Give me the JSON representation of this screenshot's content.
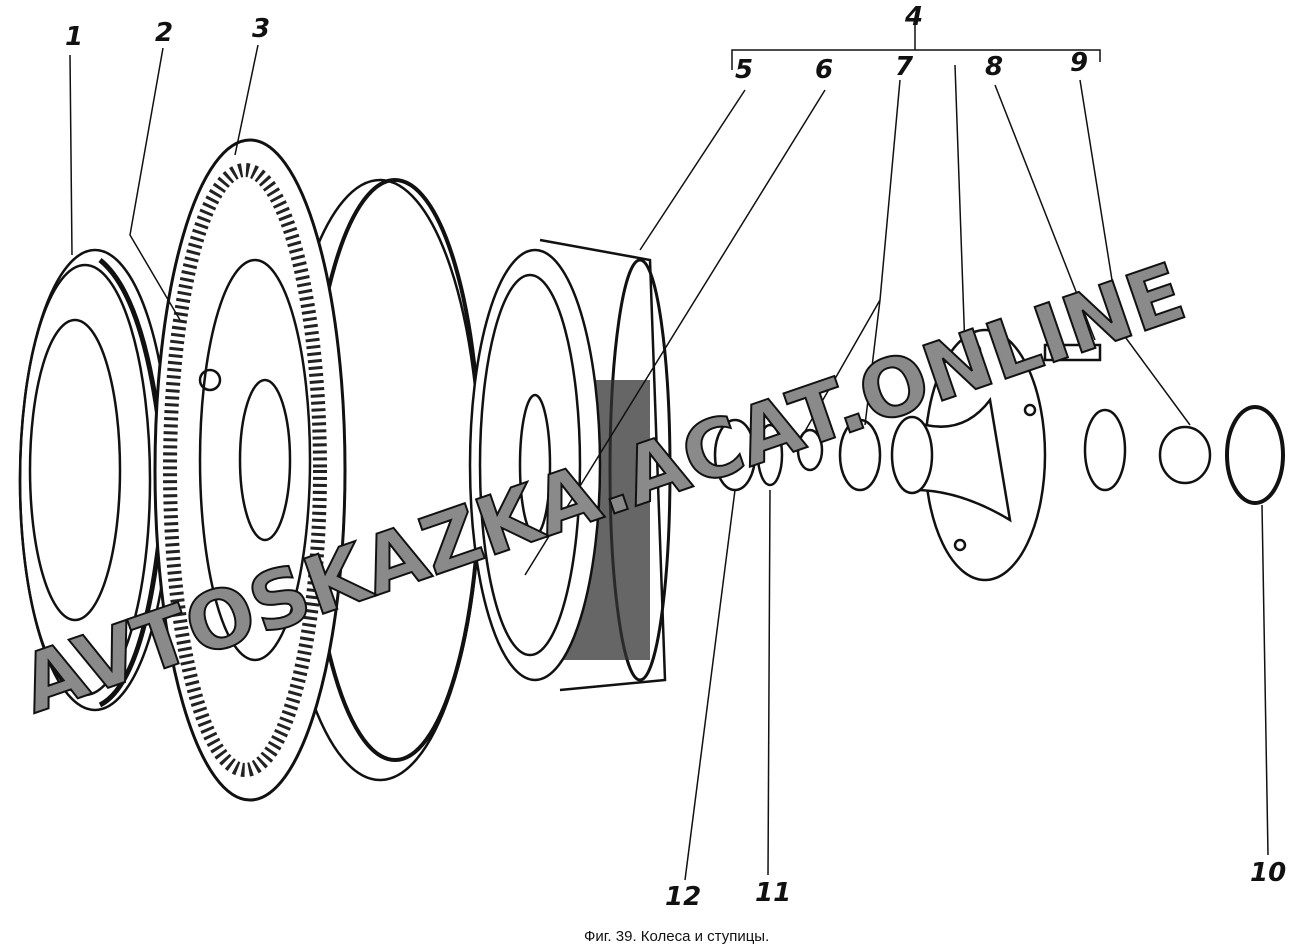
{
  "figure": {
    "caption": "Фиг. 39. Колеса и ступицы.",
    "watermark": "AVTOSKAZKA.ACAT.ONLINE",
    "callouts": [
      "1",
      "2",
      "3",
      "4",
      "5",
      "6",
      "7",
      "8",
      "9",
      "10",
      "11",
      "12"
    ]
  }
}
